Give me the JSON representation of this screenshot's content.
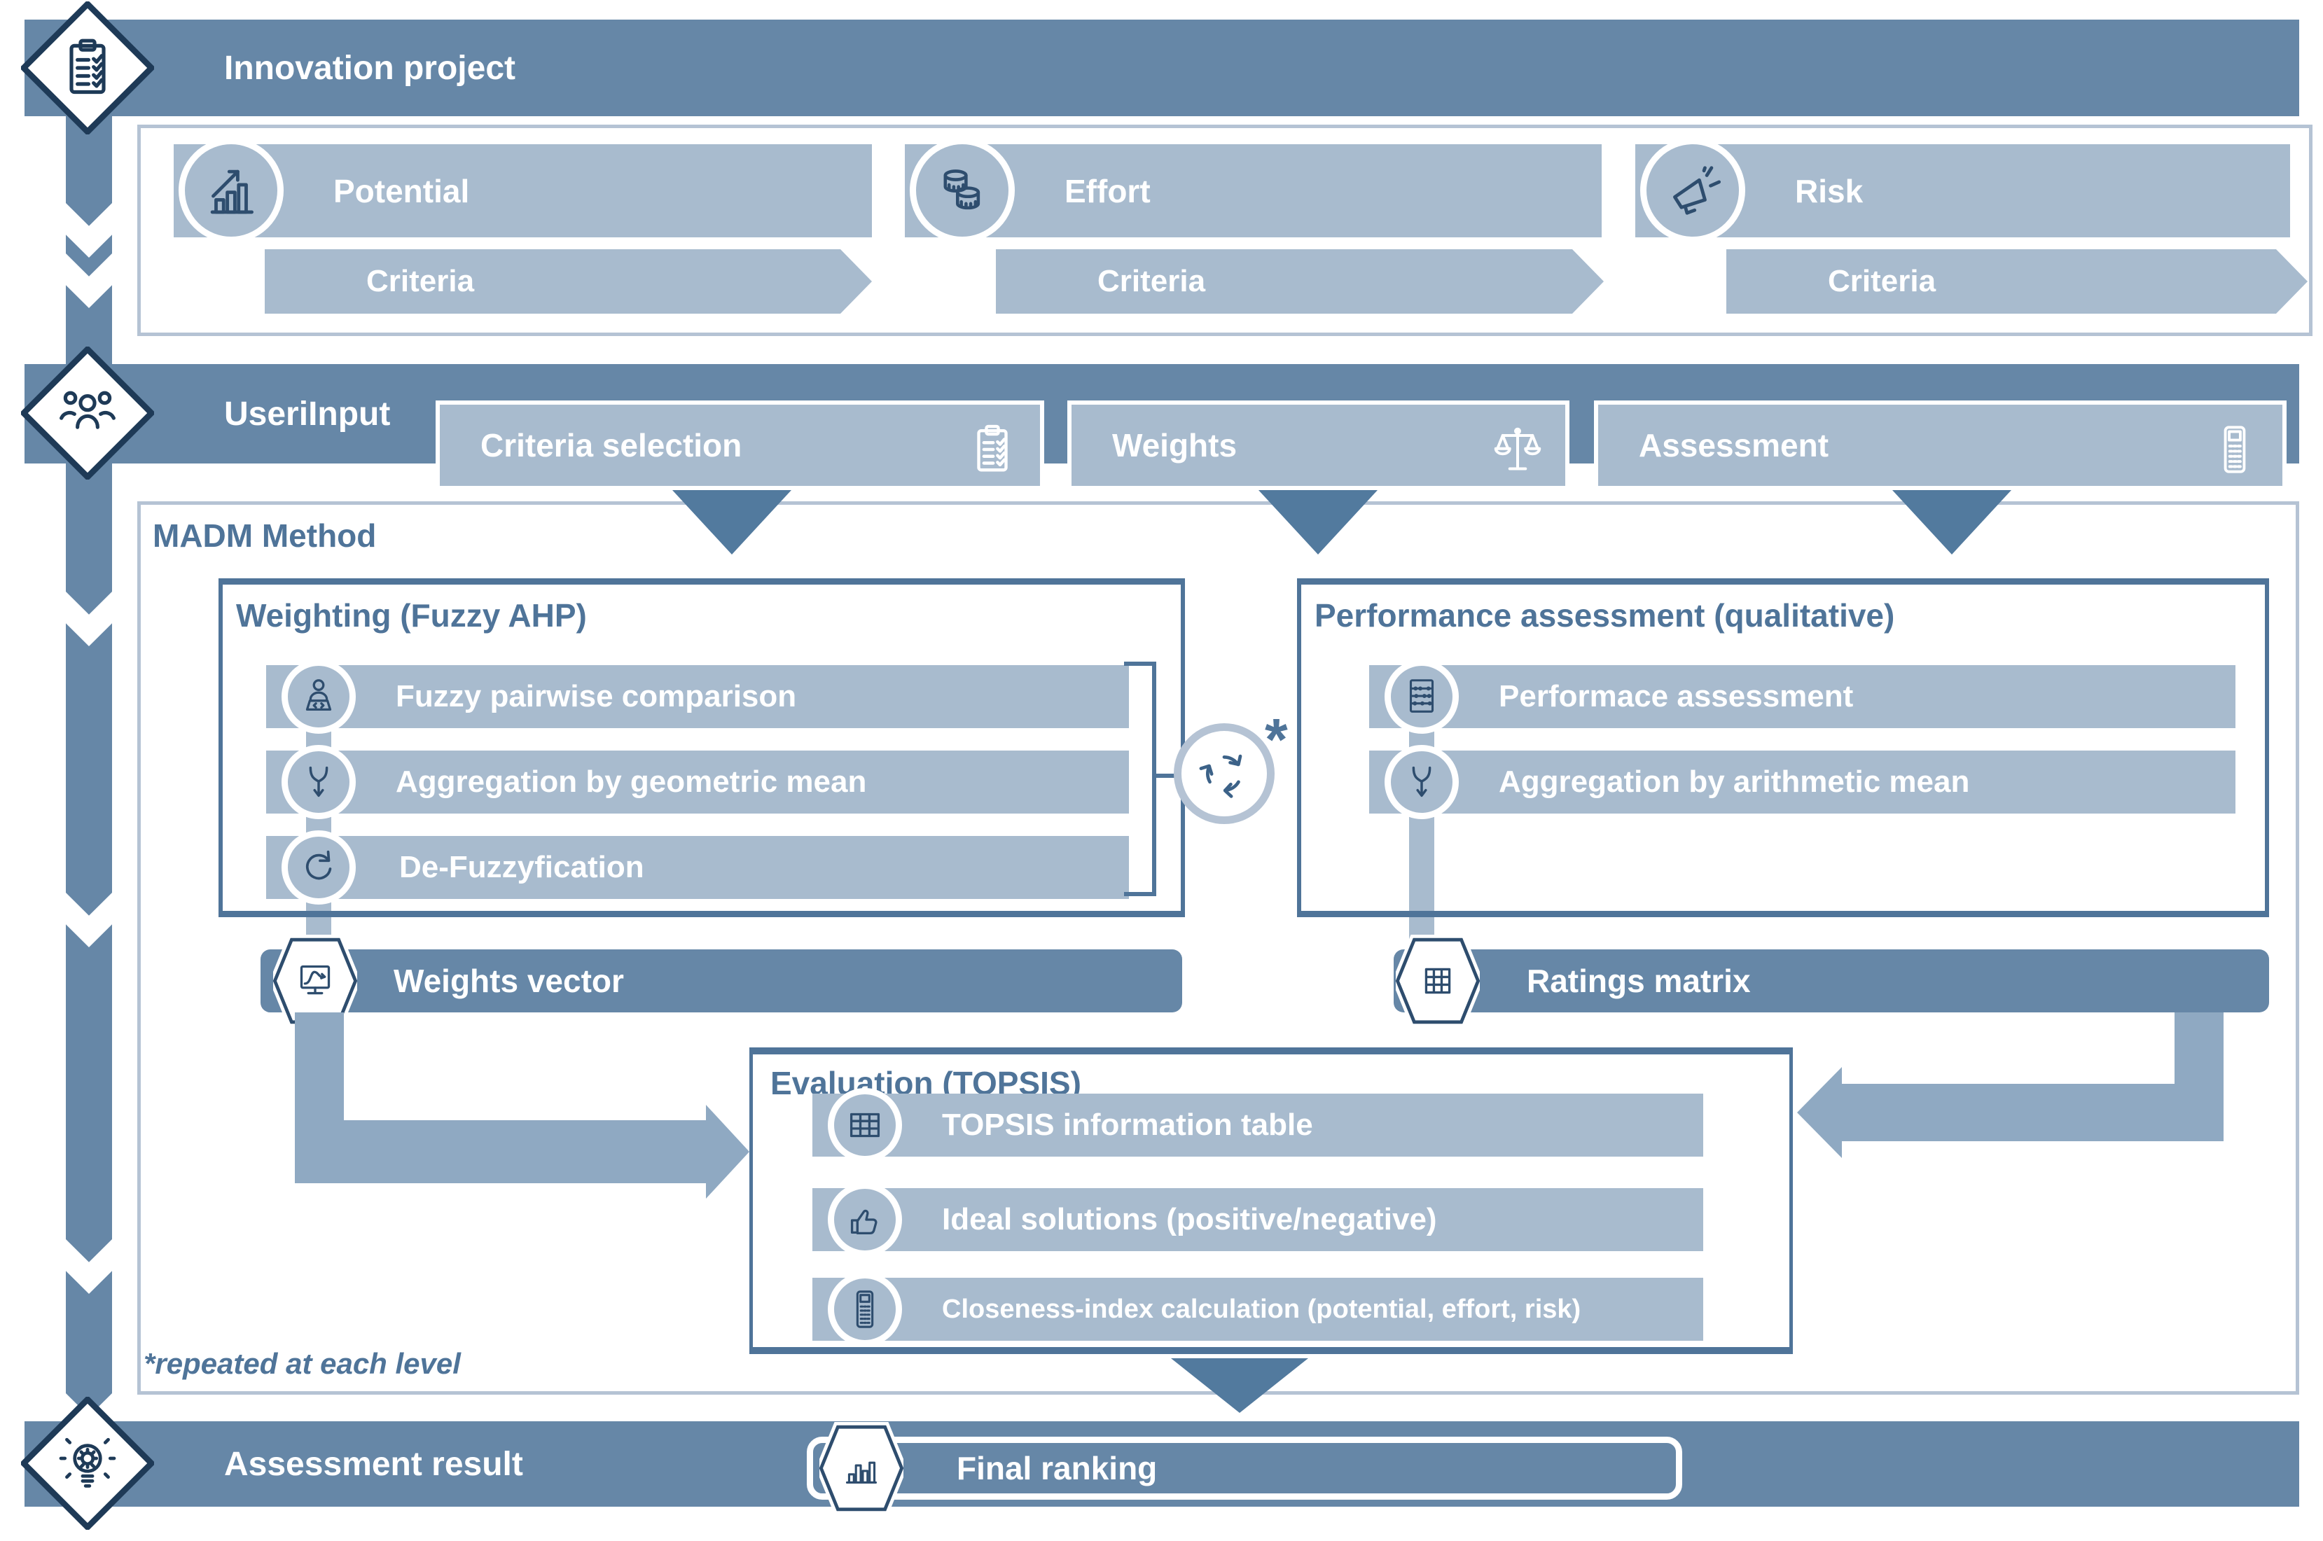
{
  "palette": {
    "dark_bar": "#6687a7",
    "light_bar": "#a8bbce",
    "connector": "#8fa9c2",
    "triangle": "#527a9e",
    "icon_stroke": "#2e4d6e",
    "diamond_stroke": "#1e3a57",
    "title_text": "#4f7499",
    "light_border": "#b5c3d4",
    "white": "#ffffff"
  },
  "innovation": {
    "title": "Innovation project",
    "icon": "clipboard-checklist-icon",
    "categories": [
      {
        "label": "Potential",
        "icon": "growth-chart-icon",
        "criteria_label": "Criteria"
      },
      {
        "label": "Effort",
        "icon": "coins-icon",
        "criteria_label": "Criteria"
      },
      {
        "label": "Risk",
        "icon": "megaphone-icon",
        "criteria_label": "Criteria"
      }
    ]
  },
  "user_input": {
    "title": "UseriInput",
    "icon": "people-group-icon",
    "boxes": [
      {
        "label": "Criteria selection",
        "icon": "clipboard-checklist-icon"
      },
      {
        "label": "Weights",
        "icon": "balance-scale-icon"
      },
      {
        "label": "Assessment",
        "icon": "calculator-icon"
      }
    ]
  },
  "madm": {
    "title": "MADM Method",
    "weighting": {
      "title": "Weighting (Fuzzy AHP)",
      "steps": [
        {
          "label": "Fuzzy pairwise comparison",
          "icon": "analyst-laptop-icon"
        },
        {
          "label": "Aggregation by geometric mean",
          "icon": "merge-arrows-icon"
        },
        {
          "label": "De-Fuzzyfication",
          "icon": "refresh-arrow-icon"
        }
      ],
      "repeat_marker": "*",
      "repeat_icon": "cycle-arrows-icon"
    },
    "performance": {
      "title": "Performance assessment (qualitative)",
      "steps": [
        {
          "label": "Performace assessment",
          "icon": "abacus-icon"
        },
        {
          "label": "Aggregation by arithmetic mean",
          "icon": "merge-arrows-icon"
        }
      ]
    },
    "weights_vector": {
      "label": "Weights vector",
      "icon": "monitor-curve-icon"
    },
    "ratings_matrix": {
      "label": "Ratings matrix",
      "icon": "matrix-grid-icon"
    },
    "evaluation": {
      "title": "Evaluation (TOPSIS)",
      "steps": [
        {
          "label": "TOPSIS information table",
          "icon": "table-icon"
        },
        {
          "label": "Ideal solutions (positive/negative)",
          "icon": "thumbs-up-icon"
        },
        {
          "label": "Closeness-index calculation (potential, effort, risk)",
          "icon": "calculator-icon"
        }
      ]
    },
    "footnote": "*repeated at each level"
  },
  "result": {
    "title": "Assessment result",
    "icon": "idea-gear-icon",
    "final": {
      "label": "Final ranking",
      "icon": "ranking-bars-icon"
    }
  }
}
